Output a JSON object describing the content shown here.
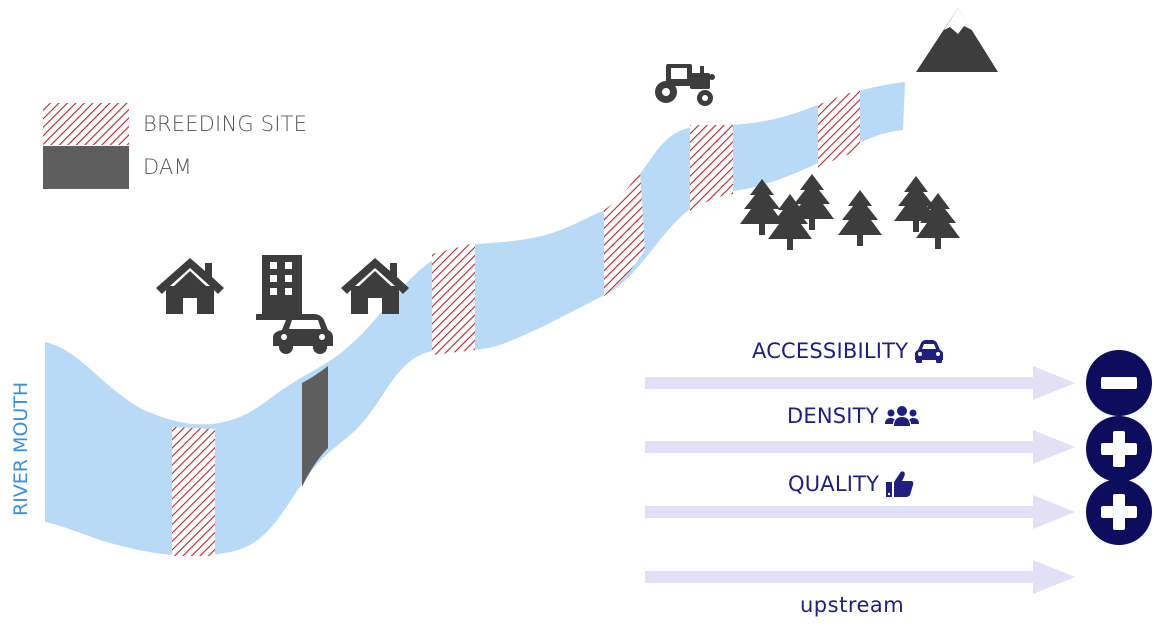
{
  "legend": {
    "breeding_site": "BREEDING SITE",
    "dam": "DAM"
  },
  "river_mouth_label": "RIVER MOUTH",
  "factors": [
    {
      "label": "ACCESSIBILITY",
      "icon": "car-icon",
      "effect": "minus"
    },
    {
      "label": "DENSITY",
      "icon": "people-icon",
      "effect": "plus"
    },
    {
      "label": "QUALITY",
      "icon": "thumbs-up-icon",
      "effect": "plus"
    }
  ],
  "upstream_label": "upstream",
  "colors": {
    "river": "#b8daf7",
    "hatch": "#b3262e",
    "dam": "#5e5e5e",
    "icon": "#3d3d3d",
    "arrow": "#e2e0f7",
    "badge": "#0d0d5e",
    "text_navy": "#1f1f80",
    "text_gray": "#555555",
    "river_mouth": "#3a8fe0"
  },
  "icons": [
    "mountain-icon",
    "tractor-icon",
    "tree-icon",
    "house-icon",
    "building-icon",
    "car-icon"
  ]
}
